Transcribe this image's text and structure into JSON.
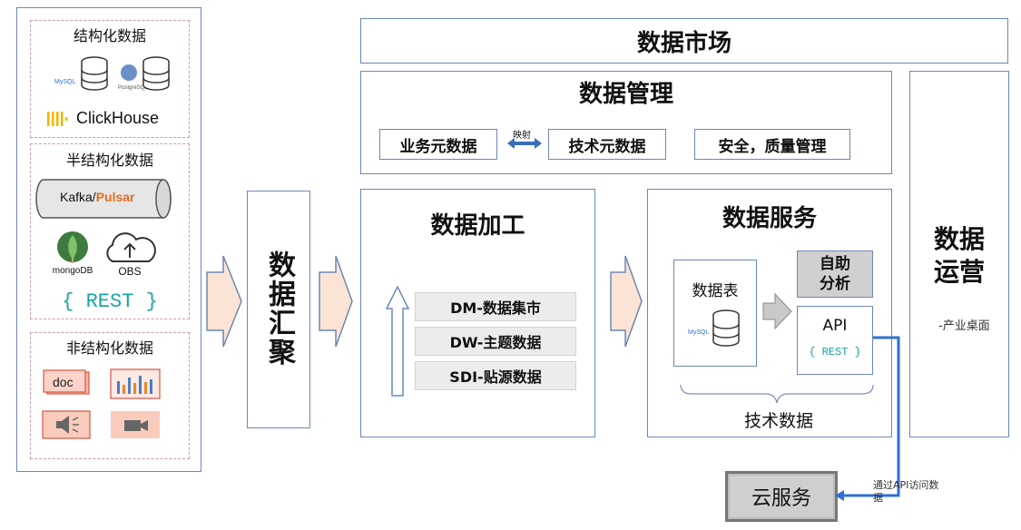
{
  "sources": {
    "structured": {
      "title": "结构化数据",
      "db_labels": [
        "MySQL",
        "PostgreSQL"
      ],
      "clickhouse": "ClickHouse"
    },
    "semi_structured": {
      "title": "半结构化数据",
      "kafka": "Kafka/",
      "pulsar": "Pulsar",
      "mongodb": "mongoDB",
      "obs": "OBS",
      "rest": "{ REST }"
    },
    "unstructured": {
      "title": "非结构化数据",
      "doc": "doc"
    }
  },
  "aggregation": {
    "label": "数据汇聚"
  },
  "market": {
    "title": "数据市场"
  },
  "management": {
    "title": "数据管理",
    "business_meta": "业务元数据",
    "mapping": "映射",
    "tech_meta": "技术元数据",
    "security": "安全，质量管理"
  },
  "processing": {
    "title": "数据加工",
    "layers": [
      "DM-数据集市",
      "DW-主题数据",
      "SDI-贴源数据"
    ]
  },
  "service": {
    "title": "数据服务",
    "table_label": "数据表",
    "self_analysis": "自助分析",
    "api": "API",
    "rest": "{ REST }",
    "tech_data": "技术数据"
  },
  "operations": {
    "title": "数据运营",
    "note": "-产业桌面"
  },
  "cloud": {
    "label": "云服务",
    "note": "通过API访问数据"
  },
  "colors": {
    "border": "#6d87b5",
    "dashed": "#d9979a",
    "arrow_fill": "#fbe4d5",
    "link": "#2e6fd6"
  }
}
